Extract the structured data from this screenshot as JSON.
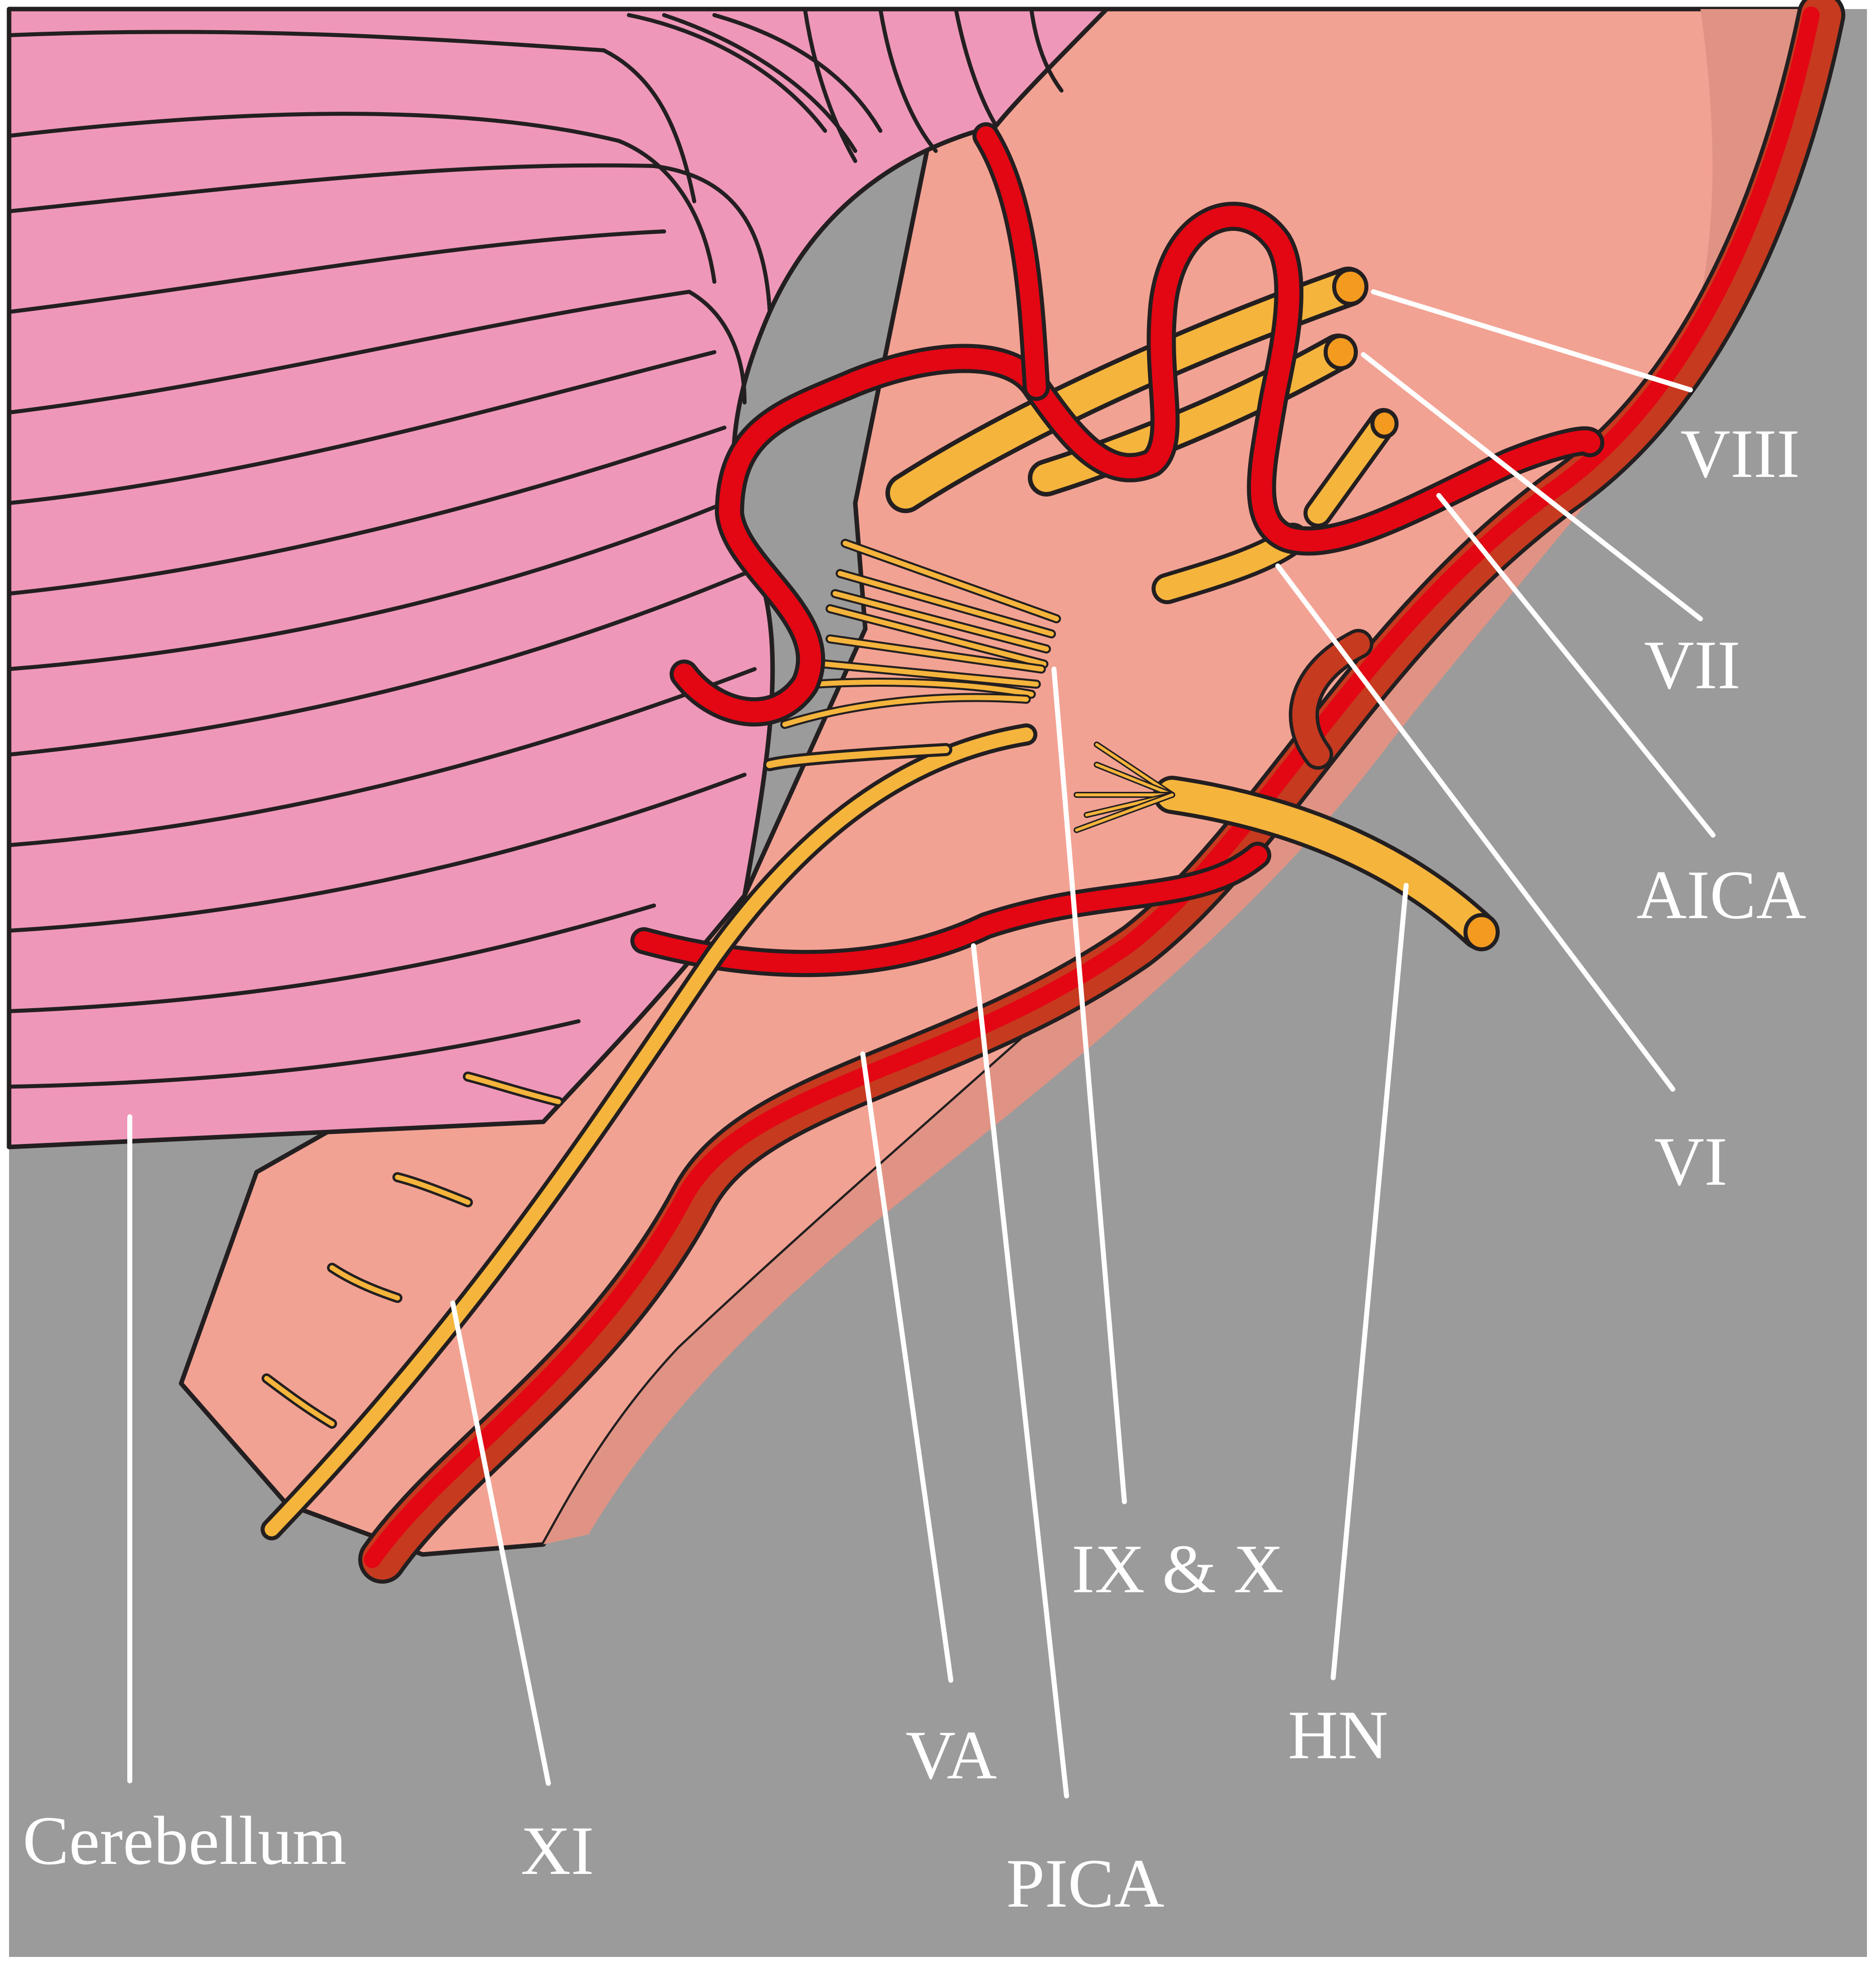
{
  "colors": {
    "background": "#9b9b9b",
    "cerebellum": "#ef97b9",
    "brainstem": "#f2a293",
    "brainstem_shade": "#e09384",
    "artery": "#e30613",
    "artery_dark": "#c63a1f",
    "nerve": "#f5b43c",
    "outline": "#231f20",
    "label": "#ffffff"
  },
  "labels": {
    "viii": "VIII",
    "vii": "VII",
    "aica": "AICA",
    "vi": "VI",
    "ix_x": "IX & X",
    "hn": "HN",
    "va": "VA",
    "pica": "PICA",
    "xi": "XI",
    "cerebellum": "Cerebellum"
  }
}
